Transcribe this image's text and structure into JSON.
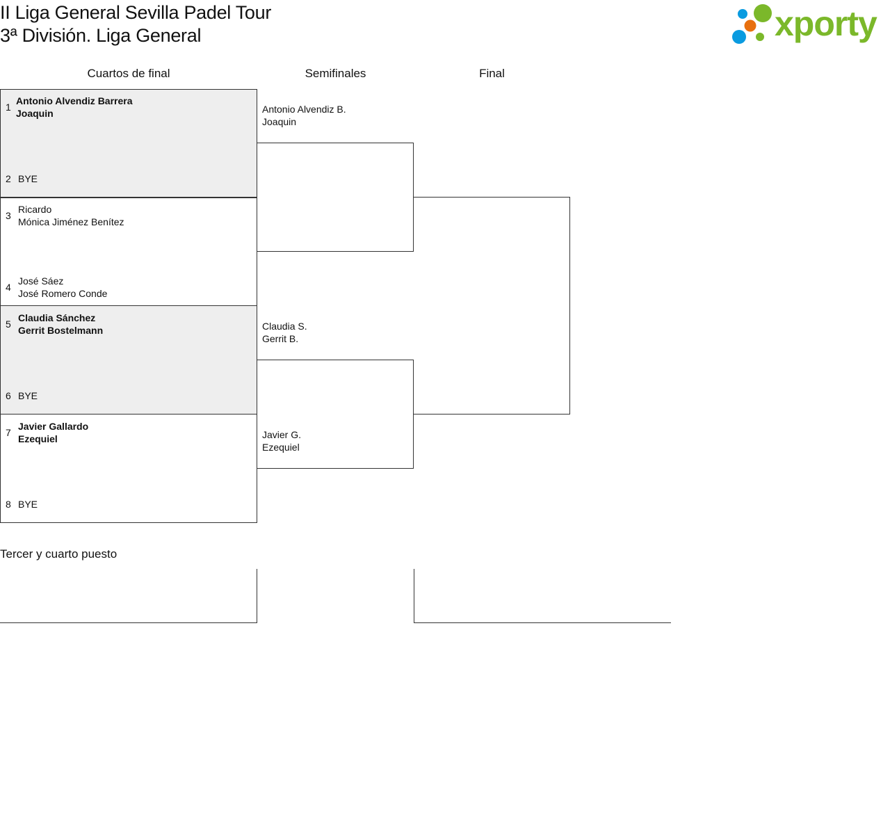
{
  "header": {
    "title": "II Liga General Sevilla Padel Tour",
    "subtitle": "3ª División. Liga General",
    "logo_text": "xporty"
  },
  "rounds": [
    "Cuartos de final",
    "Semifinales",
    "Final"
  ],
  "quarterfinals": [
    {
      "seed_a": "1",
      "team_a": [
        "Antonio Alvendiz Barrera",
        "Joaquin"
      ],
      "seed_b": "2",
      "team_b": [
        "BYE"
      ]
    },
    {
      "seed_a": "3",
      "team_a": [
        "Ricardo",
        "Mónica Jiménez Benítez"
      ],
      "seed_b": "4",
      "team_b": [
        "José Sáez",
        "José Romero Conde"
      ]
    },
    {
      "seed_a": "5",
      "team_a": [
        "Claudia Sánchez",
        "Gerrit Bostelmann"
      ],
      "seed_b": "6",
      "team_b": [
        "BYE"
      ]
    },
    {
      "seed_a": "7",
      "team_a": [
        "Javier Gallardo",
        "Ezequiel"
      ],
      "seed_b": "8",
      "team_b": [
        "BYE"
      ]
    }
  ],
  "semifinals": [
    [
      "Antonio Alvendiz B.",
      "Joaquin"
    ],
    [
      "Claudia S.",
      "Gerrit B."
    ],
    [
      "Javier G.",
      "Ezequiel"
    ]
  ],
  "third_place": {
    "title": "Tercer y cuarto puesto"
  }
}
